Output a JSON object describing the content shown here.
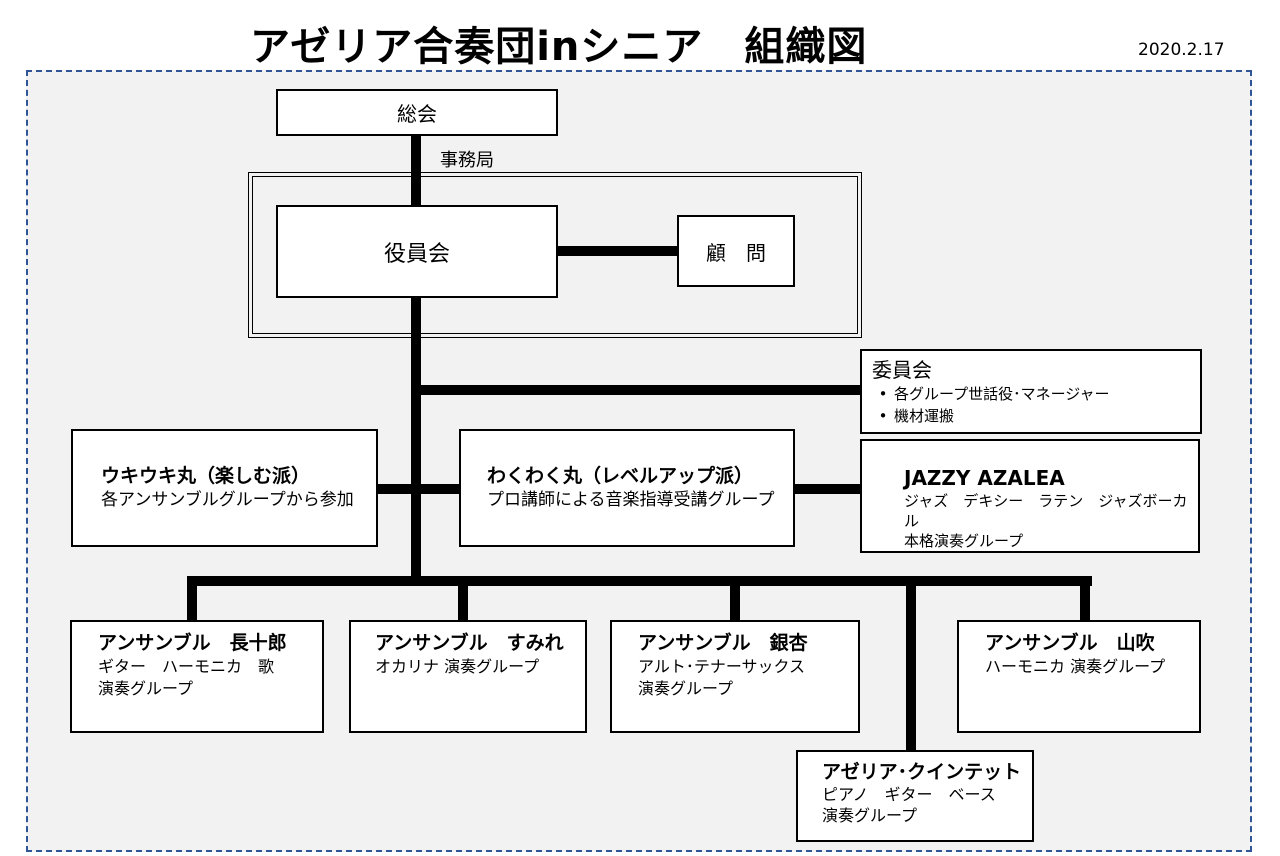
{
  "title": "アゼリア合奏団inシニア　組織図",
  "date": "2020.2.17",
  "general_meeting": "総会",
  "secretariat": "事務局",
  "board": "役員会",
  "advisor": "顧　問",
  "committee": {
    "title": "委員会",
    "items": [
      "各グループ世話役･マネージャー",
      "機材運搬"
    ]
  },
  "ukiuki": {
    "name": "ウキウキ丸（楽しむ派）",
    "desc": "各アンサンブルグループから参加"
  },
  "wakuwaku": {
    "name": "わくわく丸（レベルアップ派）",
    "desc": "プロ講師による音楽指導受講グループ"
  },
  "jazzy": {
    "name": "JAZZY AZALEA",
    "desc1": "ジャズ　デキシー　ラテン　ジャズボーカル",
    "desc2": "本格演奏グループ"
  },
  "ensembles": {
    "choujuro": {
      "name": "アンサンブル　長十郎",
      "desc1": "ギター　ハーモニカ　歌",
      "desc2": "演奏グループ"
    },
    "sumire": {
      "name": "アンサンブル　すみれ",
      "desc1": "オカリナ 演奏グループ"
    },
    "ginkgo": {
      "name": "アンサンブル　銀杏",
      "desc1": "アルト･テナーサックス",
      "desc2": "演奏グループ"
    },
    "yamabuki": {
      "name": "アンサンブル　山吹",
      "desc1": "ハーモニカ 演奏グループ"
    },
    "quintet": {
      "name": "アゼリア･クインテット",
      "desc1": "ピアノ　ギター　ベース",
      "desc2": "演奏グループ"
    }
  }
}
